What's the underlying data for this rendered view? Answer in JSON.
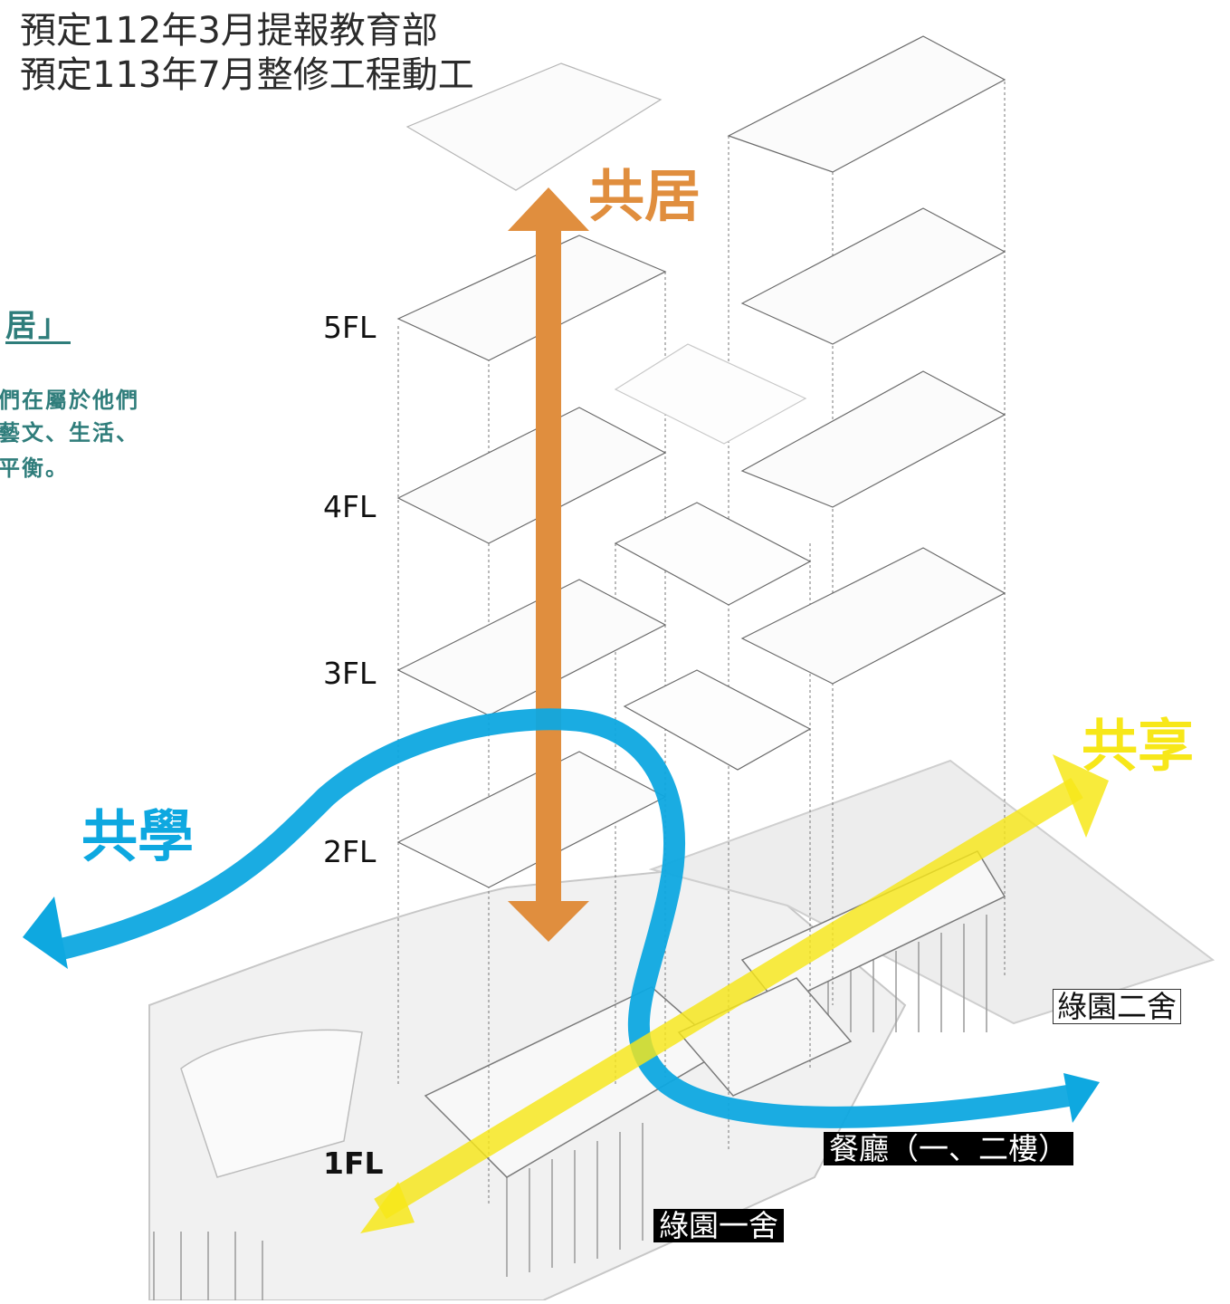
{
  "title": {
    "line1": "預定112年3月提報教育部",
    "line2": "預定113年7月整修工程動工"
  },
  "side_note": {
    "heading_fragment": "居」",
    "lines": [
      "們在屬於他們",
      "藝文、生活、",
      "平衡。"
    ]
  },
  "floors": [
    "5FL",
    "4FL",
    "3FL",
    "2FL",
    "1FL"
  ],
  "concepts": {
    "cohabit": {
      "label": "共居",
      "color": "#E08E3E"
    },
    "share": {
      "label": "共享",
      "color": "#F7E719"
    },
    "colearn": {
      "label": "共學",
      "color": "#0EA8E0"
    }
  },
  "buildings": {
    "green_garden_2": "綠園二舍",
    "dining_hall": "餐廳（一、二樓）",
    "green_garden_1": "綠園一舍"
  },
  "colors": {
    "title": "#2b2b2b",
    "side_note": "#2f7d7b",
    "line_drawing": "#8a8a8a"
  }
}
